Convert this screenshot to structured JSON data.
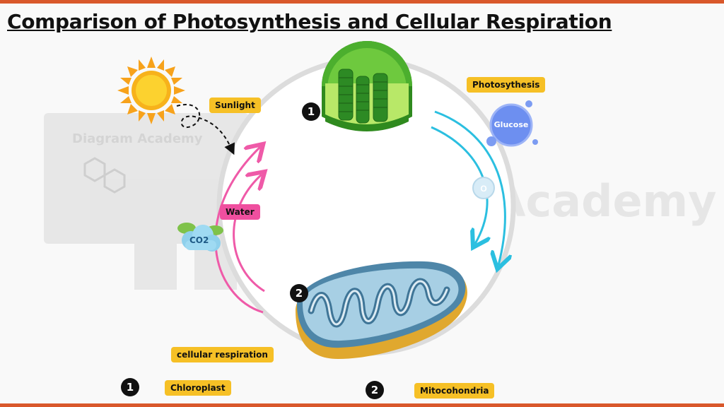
{
  "title": "Comparison of Photosynthesis and Cellular Respiration",
  "watermark": {
    "main": "Diagram Academy",
    "small": "Diagram Academy"
  },
  "labels": {
    "sunlight": "Sunlight",
    "photosynthesis": "Photosythesis",
    "glucose": "Glucose",
    "water": "Water",
    "co2": "CO2",
    "o2": "O2",
    "cellular_respiration": "cellular respiration"
  },
  "markers": {
    "chloroplast": "1",
    "mitochondria": "2"
  },
  "legend": [
    {
      "number": "1",
      "label": "Chloroplast"
    },
    {
      "number": "2",
      "label": "Mitocohondria"
    }
  ],
  "colors": {
    "accent_border": "#d9582b",
    "tag_yellow": "#f6c026",
    "tag_pink": "#ef4f9f",
    "arrow_cyan": "#2bbfe0",
    "arrow_pink": "#ef5aa8",
    "chloroplast_green": "#4caf2e",
    "mitochondria_gold": "#e0a82e",
    "mitochondria_blue": "#4e86a8",
    "sun_yellow": "#f9c21a"
  }
}
